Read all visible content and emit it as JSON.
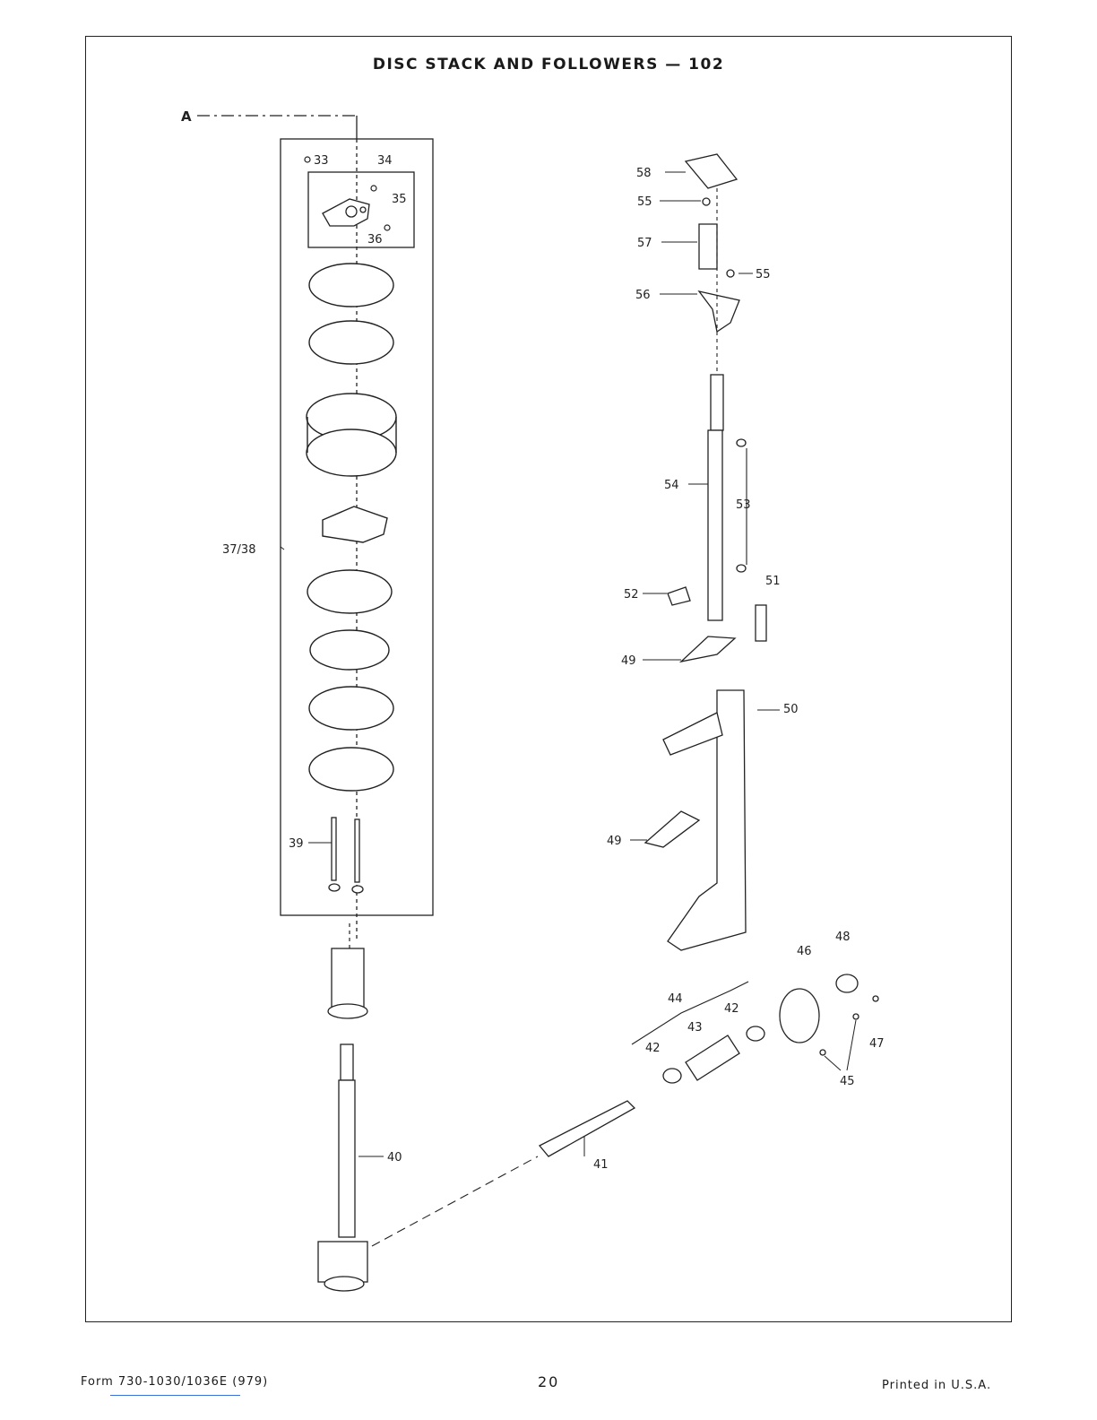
{
  "title": "DISC STACK AND FOLLOWERS — 102",
  "callouts": {
    "a": "A",
    "c33": "33",
    "c34": "34",
    "c35": "35",
    "c36": "36",
    "c37_38": "37/38",
    "c39": "39",
    "c40": "40",
    "c41": "41",
    "c42a": "42",
    "c42b": "42",
    "c43": "43",
    "c44": "44",
    "c45": "45",
    "c46": "46",
    "c47": "47",
    "c48": "48",
    "c49a": "49",
    "c49b": "49",
    "c50": "50",
    "c51": "51",
    "c52": "52",
    "c53": "53",
    "c54": "54",
    "c55a": "55",
    "c55b": "55",
    "c56": "56",
    "c57": "57",
    "c58": "58"
  },
  "footer": {
    "form": "Form 730-1030/1036E (979)",
    "page": "20",
    "printed": "Printed in U.S.A."
  },
  "colors": {
    "ink": "#222222",
    "paper": "#ffffff",
    "link": "#3b6fd8"
  }
}
